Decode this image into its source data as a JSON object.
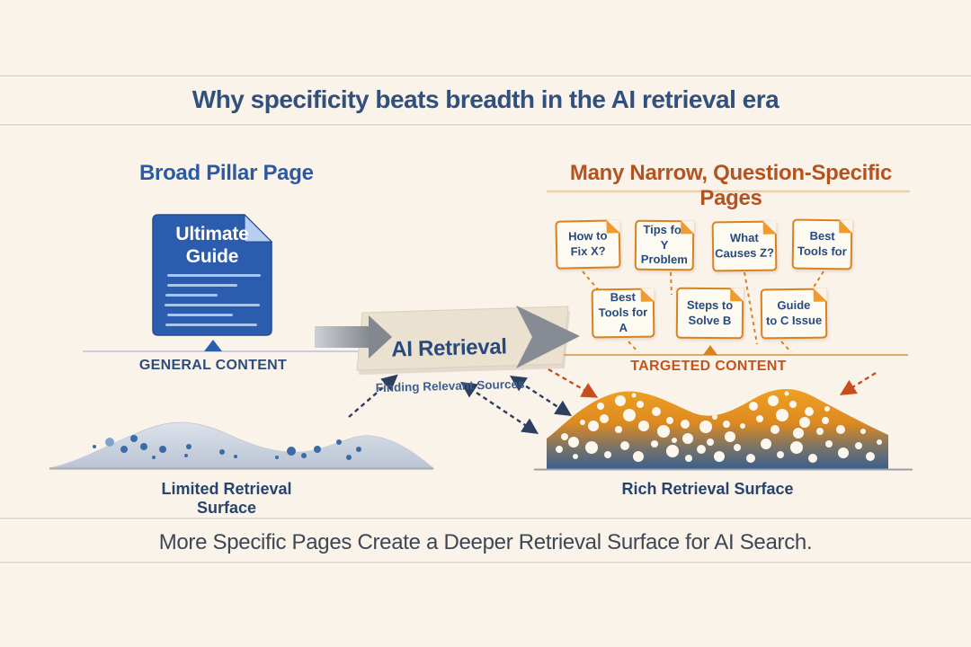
{
  "title": "Why specificity beats breadth in the AI retrieval era",
  "left": {
    "heading": "Broad Pillar Page",
    "doc_title": "Ultimate\nGuide",
    "caption": "GENERAL CONTENT",
    "surface_label": "Limited Retrieval Surface"
  },
  "center": {
    "arrow_title": "AI Retrieval",
    "arrow_subtitle": "Finding Relevant Sources"
  },
  "right": {
    "heading": "Many Narrow, Question-Specific Pages",
    "caption": "TARGETED CONTENT",
    "surface_label": "Rich Retrieval Surface",
    "cards": [
      {
        "label": "How to\nFix X?"
      },
      {
        "label": "Tips for\nY Problem"
      },
      {
        "label": "What\nCauses Z?"
      },
      {
        "label": "Best\nTools for"
      },
      {
        "label": "Best\nTools for A"
      },
      {
        "label": "Steps to\nSolve B"
      },
      {
        "label": "Guide\nto C Issue"
      }
    ]
  },
  "footer": {
    "caption": "More Specific Pages Create a Deeper Retrieval Surface for AI Search."
  },
  "colors": {
    "background": "#faf3ea",
    "navy_text": "#2e4d7b",
    "blue_heading": "#2b5aa5",
    "orange_heading": "#b4531f",
    "doc_blue": "#2b5cad",
    "doc_fold": "#b9cff2",
    "card_border": "#d9821f",
    "card_fold": "#ef9b2f",
    "card_text": "#274a7e",
    "banner_fill": "#eae1d0",
    "gray_arrow": "#878c94",
    "navy_arrow": "#2d3e5f",
    "orange_arrow": "#c94e1b",
    "mound_orange_top": "#efa122",
    "mound_blue_bottom": "#3c5f8e",
    "left_mound_fill": "#cfd7e2"
  },
  "left_mound": {
    "dot_color": "#3b6ba6",
    "dots": [
      [
        105,
        497,
        2
      ],
      [
        122,
        492,
        5,
        "#7fa3cd"
      ],
      [
        138,
        500,
        4
      ],
      [
        149,
        488,
        4
      ],
      [
        160,
        497,
        4
      ],
      [
        171,
        509,
        2
      ],
      [
        181,
        500,
        4
      ],
      [
        207,
        507,
        2
      ],
      [
        210,
        497,
        3
      ],
      [
        247,
        503,
        3
      ],
      [
        262,
        508,
        2
      ],
      [
        308,
        509,
        2
      ],
      [
        324,
        502,
        5
      ],
      [
        338,
        507,
        3
      ],
      [
        353,
        500,
        4
      ],
      [
        377,
        492,
        3
      ],
      [
        388,
        509,
        3
      ],
      [
        399,
        500,
        3
      ]
    ]
  },
  "right_mound": {
    "dot_color": "#fbf6ee",
    "dots": [
      [
        668,
        452,
        4
      ],
      [
        690,
        446,
        6
      ],
      [
        712,
        450,
        4
      ],
      [
        730,
        458,
        5
      ],
      [
        700,
        462,
        7
      ],
      [
        672,
        466,
        5
      ],
      [
        745,
        468,
        4
      ],
      [
        660,
        474,
        6
      ],
      [
        688,
        478,
        4
      ],
      [
        716,
        474,
        6
      ],
      [
        738,
        480,
        7
      ],
      [
        762,
        472,
        5
      ],
      [
        785,
        475,
        7
      ],
      [
        808,
        472,
        4
      ],
      [
        765,
        488,
        6
      ],
      [
        790,
        492,
        4
      ],
      [
        812,
        486,
        6
      ],
      [
        838,
        452,
        5
      ],
      [
        860,
        446,
        6
      ],
      [
        882,
        450,
        4
      ],
      [
        900,
        458,
        5
      ],
      [
        870,
        462,
        7
      ],
      [
        845,
        466,
        4
      ],
      [
        895,
        470,
        6
      ],
      [
        918,
        468,
        4
      ],
      [
        862,
        478,
        5
      ],
      [
        888,
        482,
        6
      ],
      [
        912,
        480,
        4
      ],
      [
        935,
        478,
        5
      ],
      [
        622,
        500,
        4
      ],
      [
        638,
        492,
        6
      ],
      [
        640,
        508,
        3
      ],
      [
        658,
        498,
        7
      ],
      [
        676,
        506,
        4
      ],
      [
        695,
        496,
        5
      ],
      [
        710,
        508,
        6
      ],
      [
        728,
        494,
        4
      ],
      [
        748,
        502,
        7
      ],
      [
        766,
        510,
        4
      ],
      [
        780,
        500,
        5
      ],
      [
        800,
        508,
        6
      ],
      [
        820,
        498,
        4
      ],
      [
        835,
        510,
        5
      ],
      [
        852,
        494,
        6
      ],
      [
        868,
        506,
        4
      ],
      [
        886,
        498,
        7
      ],
      [
        904,
        510,
        5
      ],
      [
        922,
        494,
        4
      ],
      [
        938,
        504,
        6
      ],
      [
        955,
        496,
        4
      ],
      [
        968,
        508,
        5
      ],
      [
        978,
        492,
        3
      ],
      [
        705,
        440,
        2.5
      ],
      [
        875,
        438,
        2.5
      ],
      [
        795,
        464,
        3
      ],
      [
        920,
        455,
        3
      ],
      [
        648,
        470,
        3
      ],
      [
        960,
        480,
        3
      ],
      [
        628,
        486,
        4
      ],
      [
        750,
        490,
        3
      ],
      [
        826,
        474,
        3
      ]
    ]
  }
}
